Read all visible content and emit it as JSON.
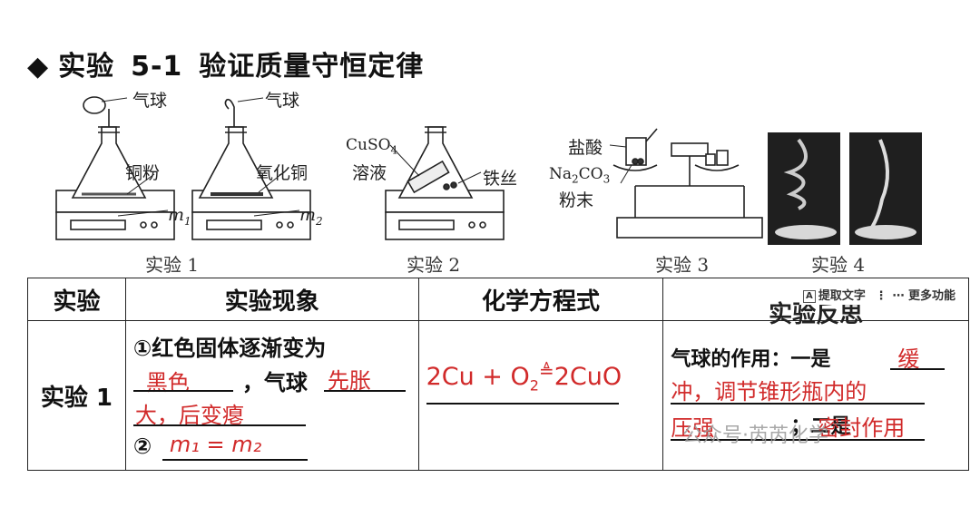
{
  "title": {
    "marker": "◆",
    "prefix": "实验",
    "code": "5-1",
    "text": "验证质量守恒定律"
  },
  "figures": {
    "exp1": {
      "caption": "实验 1",
      "balloon_label": "气球",
      "substance_label": "铜粉",
      "mass_label": "m",
      "mass_sub": "1"
    },
    "exp1b": {
      "balloon_label": "气球",
      "substance_label": "氧化铜",
      "mass_label": "m",
      "mass_sub": "2"
    },
    "exp2": {
      "caption": "实验 2",
      "solution_label_1": "CuSO",
      "solution_sub": "4",
      "solution_label_2": "溶液",
      "wire_label": "铁丝"
    },
    "exp3": {
      "caption": "实验 3",
      "acid_label": "盐酸",
      "powder_label_1": "Na",
      "powder_sub_1": "2",
      "powder_label_mid": "CO",
      "powder_sub_2": "3",
      "powder_label_2": "粉末"
    },
    "exp4": {
      "caption": "实验 4"
    }
  },
  "table": {
    "headers": [
      "实验",
      "实验现象",
      "化学方程式",
      "实验反思"
    ],
    "row": {
      "label": "实验 1",
      "phenomenon": {
        "line1": "①红色固体逐渐变为",
        "blank1_answer": "黑色",
        "mid_text": "，气球",
        "blank2_answer": "先胀",
        "blank2_cont": "大，后变瘪",
        "line3_prefix": "②",
        "blank3_answer": "m₁ = m₂"
      },
      "equation": {
        "left": "2Cu + O",
        "sub": "2",
        "arrow": "≜",
        "right": "2CuO"
      },
      "reflection": {
        "prefix": "气球的作用：一是",
        "answer1a": "缓",
        "answer1b": "冲，调节锥形瓶内的",
        "answer1c": "压强",
        "mid": "；二是",
        "answer2": "密封作用"
      }
    }
  },
  "overlay": {
    "toolbar": {
      "extract_text": "提取文字",
      "more": "更多功能"
    },
    "watermark": "公众号·芮芮化学"
  }
}
